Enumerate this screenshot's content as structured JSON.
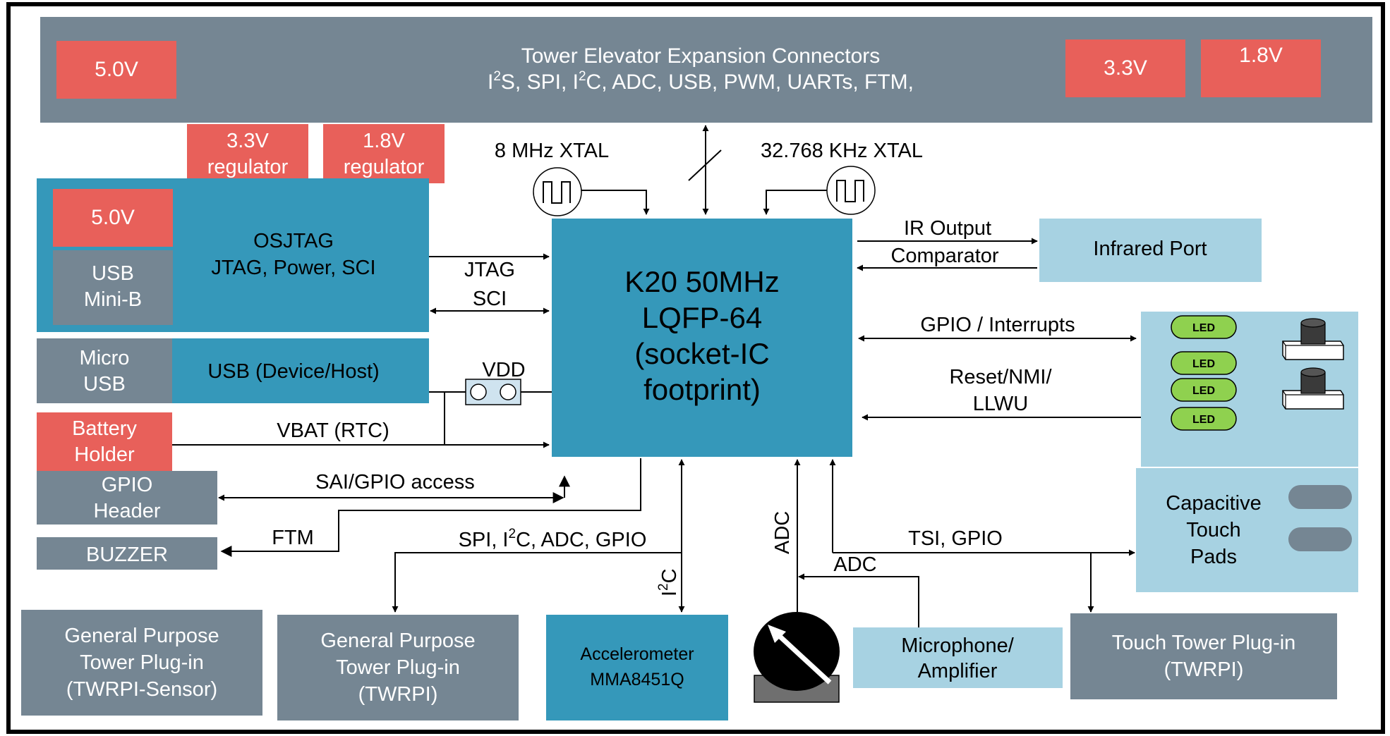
{
  "tower": {
    "title": "Tower Elevator Expansion Connectors",
    "i2s_prefix": "I",
    "i2s_sup": "2",
    "i2s_mid": "S, SPI, I",
    "i2c_sup": "2",
    "i2s_tail": "C, ADC, USB, PWM, UARTs, FTM,",
    "v_left": "5.0V",
    "v_mid": "3.3V",
    "v_right": "1.8V"
  },
  "regulators": {
    "r33_line1": "3.3V",
    "r33_line2": "regulator",
    "r18_line1": "1.8V",
    "r18_line2": "regulator"
  },
  "crystals": {
    "xtal_8": "8 MHz XTAL",
    "xtal_32": "32.768 KHz XTAL"
  },
  "osjtag": {
    "voltage": "5.0V",
    "usb_line1": "USB",
    "usb_line2": "Mini-B",
    "title": "OSJTAG",
    "subtitle": "JTAG, Power, SCI"
  },
  "micro_usb": {
    "line1": "Micro",
    "line2": "USB",
    "label": "USB (Device/Host)"
  },
  "battery": {
    "line1": "Battery",
    "line2": "Holder"
  },
  "gpio_header": {
    "line1": "GPIO",
    "line2": "Header"
  },
  "buzzer": {
    "label": "BUZZER"
  },
  "mcu": {
    "line1": "K20 50MHz",
    "line2": "LQFP-64",
    "line3": "(socket-IC",
    "line4": "footprint)"
  },
  "signals": {
    "jtag": "JTAG",
    "sci": "SCI",
    "vdd": "VDD",
    "vbat": "VBAT (RTC)",
    "sai": "SAI/GPIO access",
    "ftm": "FTM",
    "spi_a": "SPI, I",
    "spi_sup": "2",
    "spi_b": "C, ADC, GPIO",
    "i2c_a": "I",
    "i2c_sup": "2",
    "i2c_b": "C",
    "adc_vertical": "ADC",
    "adc_mic": "ADC",
    "tsi": "TSI, GPIO",
    "ir_output": "IR Output",
    "comparator": "Comparator",
    "gpio_int": "GPIO / Interrupts",
    "reset_line1": "Reset/NMI/",
    "reset_line2": "LLWU"
  },
  "infrared": {
    "label": "Infrared Port"
  },
  "leds": {
    "led1": "LED",
    "led2": "LED",
    "led3": "LED",
    "led4": "LED"
  },
  "touch_pads": {
    "line1": "Capacitive",
    "line2": "Touch",
    "line3": "Pads"
  },
  "plugins": {
    "sensor_line1": "General Purpose",
    "sensor_line2": "Tower Plug-in",
    "sensor_line3": "(TWRPI-Sensor)",
    "gp_line1": "General Purpose",
    "gp_line2": "Tower Plug-in",
    "gp_line3": "(TWRPI)",
    "touch_line1": "Touch Tower Plug-in",
    "touch_line2": "(TWRPI)"
  },
  "accelerometer": {
    "line1": "Accelerometer",
    "line2": "MMA8451Q"
  },
  "microphone": {
    "line1": "Microphone/",
    "line2": "Amplifier"
  },
  "colors": {
    "slate": "#758693",
    "red": "#E8605A",
    "teal": "#3598BA",
    "light_blue": "#A7D2E2",
    "led_green": "#8FD14F",
    "outline": "#000000"
  }
}
